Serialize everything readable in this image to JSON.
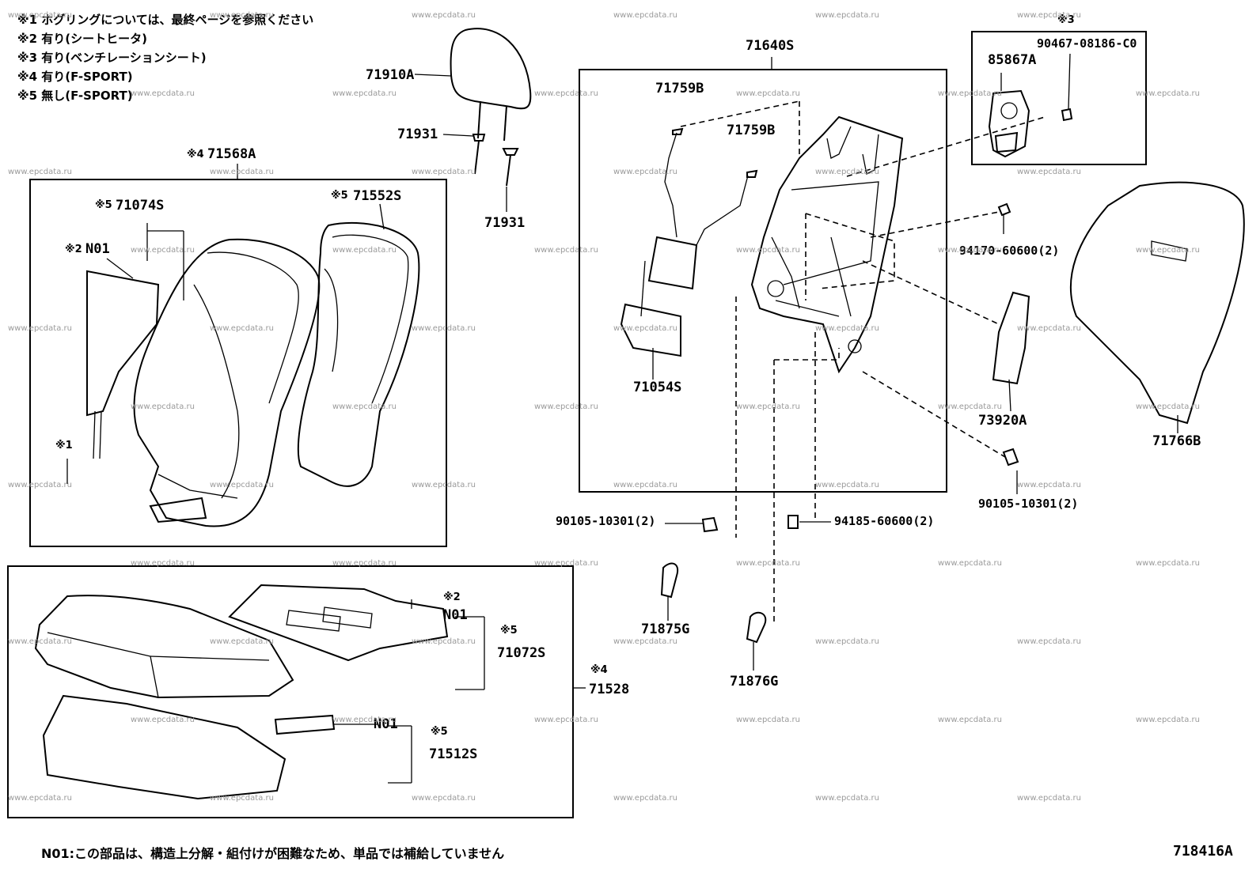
{
  "notes": [
    "※1 ホグリングについては、最終ページを参照ください",
    "※2 有り(シートヒータ)",
    "※3 有り(ベンチレーションシート)",
    "※4 有り(F-SPORT)",
    "※5 無し(F-SPORT)"
  ],
  "watermark": "www.epcdata.ru",
  "labels": {
    "p71910A": "71910A",
    "p71931a": "71931",
    "p71931b": "71931",
    "p71568A": "71568A",
    "m71568A": "※4",
    "p71552S": "71552S",
    "m71552S": "※5",
    "p71074S": "71074S",
    "m71074S": "※5",
    "pN01a": "N01",
    "mN01a": "※2",
    "m1": "※1",
    "p71640S": "71640S",
    "p71759Ba": "71759B",
    "p71759Bb": "71759B",
    "p71054S": "71054S",
    "m3": "※3",
    "p90467": "90467-08186-C0",
    "p85867A": "85867A",
    "p94170": "94170-60600(2)",
    "p73920A": "73920A",
    "p71766B": "71766B",
    "p90105a": "90105-10301(2)",
    "p90105b": "90105-10301(2)",
    "p94185": "94185-60600(2)",
    "p71875G": "71875G",
    "p71876G": "71876G",
    "mN01b": "※2",
    "pN01b": "N01",
    "m71072S": "※5",
    "p71072S": "71072S",
    "m71528": "※4",
    "p71528": "71528",
    "pN01c": "N01",
    "m71512S": "※5",
    "p71512S": "71512S"
  },
  "footer": "N01:この部品は、構造上分解・組付けが困難なため、単品では補給していません",
  "diagram_code": "718416A"
}
